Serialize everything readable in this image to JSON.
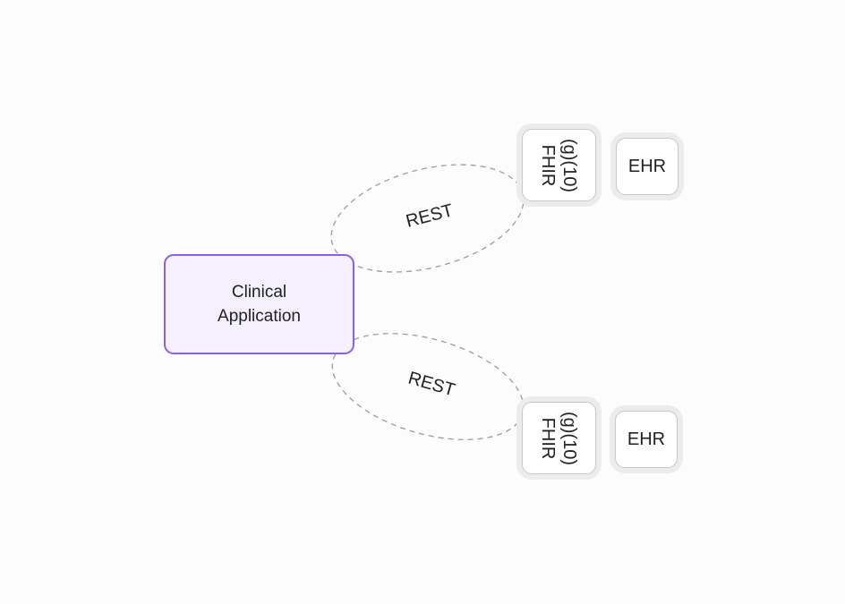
{
  "diagram": {
    "colors": {
      "canvas-bg": "#FCFCFC",
      "accent-purple": "#8B5CF6",
      "accent-purple-fill": "#F5F0FE",
      "frame-ring": "#ECECEE",
      "frame-border": "#C7C7CC",
      "node-fill": "#FFFFFF",
      "edge-stroke": "#9B9BA1",
      "text": "#212125"
    },
    "nodes": {
      "clinical_app": {
        "lines": [
          "Clinical",
          "Application"
        ]
      },
      "fhir_top": {
        "lines": [
          "FHIR",
          "(g)(10)"
        ]
      },
      "ehr_top": {
        "label": "EHR"
      },
      "fhir_bottom": {
        "lines": [
          "FHIR",
          "(g)(10)"
        ]
      },
      "ehr_bottom": {
        "label": "EHR"
      }
    },
    "edges": {
      "top": {
        "label": "REST"
      },
      "bottom": {
        "label": "REST"
      }
    }
  }
}
